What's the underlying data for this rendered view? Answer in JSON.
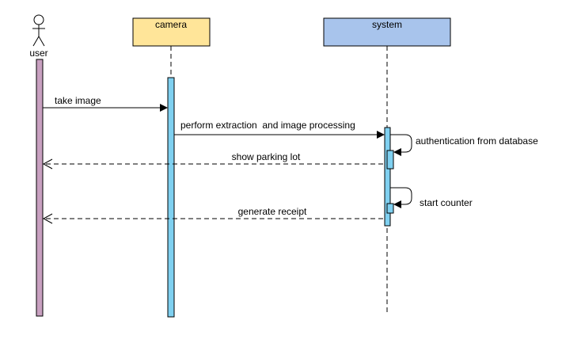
{
  "colors": {
    "user_activation": "#c8a0c0",
    "camera_header": "#ffe599",
    "system_header": "#a8c4ec",
    "activation": "#7fd0f0",
    "line": "#000000"
  },
  "participants": {
    "user": {
      "label": "user",
      "icon": "stick-figure-actor-icon"
    },
    "camera": {
      "label": "camera"
    },
    "system": {
      "label": "system"
    }
  },
  "messages": [
    {
      "label": "take image",
      "from": "user",
      "to": "camera",
      "style": "solid"
    },
    {
      "label": "perform extraction  and image processing",
      "from": "camera",
      "to": "system",
      "style": "solid"
    },
    {
      "label": "authentication from database",
      "from": "system",
      "to": "system",
      "style": "self"
    },
    {
      "label": "show parking lot",
      "from": "system",
      "to": "user",
      "style": "dashed"
    },
    {
      "label": "start counter",
      "from": "system",
      "to": "system",
      "style": "self"
    },
    {
      "label": "generate receipt",
      "from": "system",
      "to": "user",
      "style": "dashed"
    }
  ]
}
